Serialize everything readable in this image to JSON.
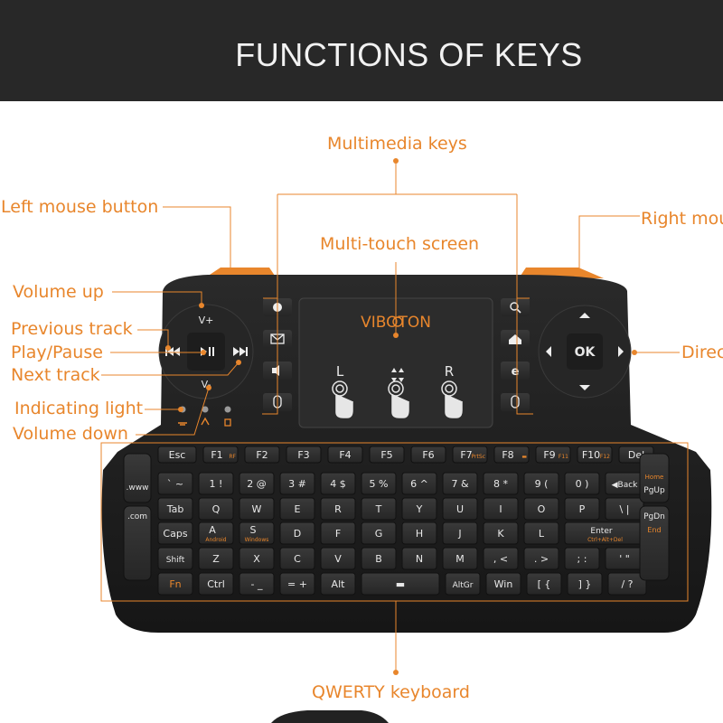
{
  "header": {
    "title": "FUNCTIONS OF KEYS"
  },
  "callouts": {
    "multimedia": "Multimedia keys",
    "left_mouse": "Left mouse button",
    "right_mouse": "Right mous",
    "multitouch": "Multi-touch screen",
    "volume_up": "Volume up",
    "previous_track": "Previous track",
    "play_pause": "Play/Pause",
    "next_track": "Next track",
    "indicating_light": "Indicating light",
    "volume_down": "Volume down",
    "direction": "Direct",
    "qwerty": "QWERTY keyboard"
  },
  "device": {
    "brand": "VIBOTON",
    "touch_letters": {
      "left": "L",
      "right": "R"
    },
    "dpad_center": "OK",
    "volume_plus": "V+",
    "volume_minus": "V-"
  },
  "keyboard": {
    "side_left": [
      ".www",
      ".com"
    ],
    "side_right_top": {
      "small": "Home",
      "main": "PgUp"
    },
    "side_right_bottom": {
      "main": "PgDn",
      "small": "End"
    },
    "rows": [
      [
        {
          "m": "Esc"
        },
        {
          "m": "F1",
          "s": "RF"
        },
        {
          "m": "F2"
        },
        {
          "m": "F3"
        },
        {
          "m": "F4"
        },
        {
          "m": "F5"
        },
        {
          "m": "F6"
        },
        {
          "m": "F7",
          "s": "PrtSc"
        },
        {
          "m": "F8",
          "s": "▬"
        },
        {
          "m": "F9",
          "s": "F11"
        },
        {
          "m": "F10",
          "s": "F12"
        },
        {
          "m": "Del"
        }
      ],
      [
        {
          "m": "` ~"
        },
        {
          "m": "1 !"
        },
        {
          "m": "2 @"
        },
        {
          "m": "3 #"
        },
        {
          "m": "4 $"
        },
        {
          "m": "5 %"
        },
        {
          "m": "6 ^"
        },
        {
          "m": "7 &"
        },
        {
          "m": "8 *"
        },
        {
          "m": "9 ("
        },
        {
          "m": "0 )"
        },
        {
          "m": "◀Back"
        }
      ],
      [
        {
          "m": "Tab"
        },
        {
          "m": "Q"
        },
        {
          "m": "W"
        },
        {
          "m": "E"
        },
        {
          "m": "R"
        },
        {
          "m": "T"
        },
        {
          "m": "Y"
        },
        {
          "m": "U"
        },
        {
          "m": "I"
        },
        {
          "m": "O"
        },
        {
          "m": "P"
        },
        {
          "m": "\\ |"
        }
      ],
      [
        {
          "m": "Caps"
        },
        {
          "m": "A",
          "s": "Android"
        },
        {
          "m": "S",
          "s": "Windows"
        },
        {
          "m": "D"
        },
        {
          "m": "F"
        },
        {
          "m": "G"
        },
        {
          "m": "H"
        },
        {
          "m": "J"
        },
        {
          "m": "K"
        },
        {
          "m": "L"
        },
        {
          "m": "Enter",
          "s": "Ctrl+Alt+Del"
        }
      ],
      [
        {
          "m": "Shift"
        },
        {
          "m": "Z"
        },
        {
          "m": "X"
        },
        {
          "m": "C"
        },
        {
          "m": "V"
        },
        {
          "m": "B"
        },
        {
          "m": "N"
        },
        {
          "m": "M"
        },
        {
          "m": ", <"
        },
        {
          "m": ". >"
        },
        {
          "m": "; :"
        },
        {
          "m": "' \""
        }
      ],
      [
        {
          "m": "Fn"
        },
        {
          "m": "Ctrl"
        },
        {
          "m": "- _"
        },
        {
          "m": "= +"
        },
        {
          "m": "Alt"
        },
        {
          "m": "▬"
        },
        {
          "m": "AltGr"
        },
        {
          "m": "Win"
        },
        {
          "m": "[ {"
        },
        {
          "m": "] }"
        },
        {
          "m": "/ ?"
        }
      ]
    ]
  },
  "colors": {
    "accent": "#e8862c",
    "header_bg": "#282828",
    "device_body": "#1e1e1e",
    "key_bg": "#2f2f2f"
  }
}
